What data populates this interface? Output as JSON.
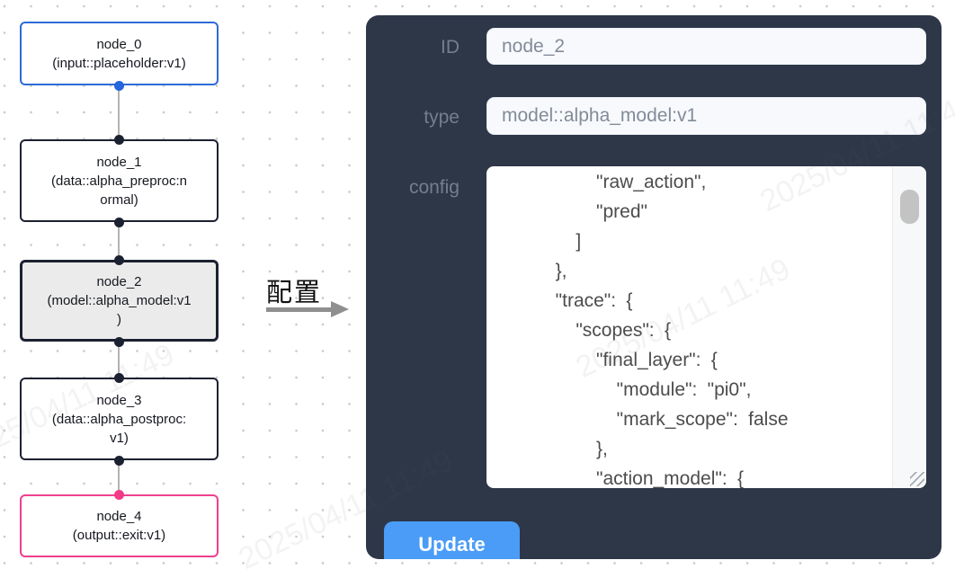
{
  "canvas": {
    "nodes": [
      {
        "id": "node_0",
        "lines": [
          "node_0",
          "(input::placeholder:v1)"
        ],
        "border": "#2e6bd6",
        "bg": "#ffffff",
        "selected": false,
        "ports": {
          "bottom": "#2565dd"
        }
      },
      {
        "id": "node_1",
        "lines": [
          "node_1",
          "(data::alpha_preproc:n",
          "ormal)"
        ],
        "border": "#1b2130",
        "bg": "#ffffff",
        "selected": false,
        "ports": {
          "top": "#1b2130",
          "bottom": "#1b2130"
        }
      },
      {
        "id": "node_2",
        "lines": [
          "node_2",
          "(model::alpha_model:v1",
          ")"
        ],
        "border": "#1b2130",
        "bg": "#ebebeb",
        "selected": true,
        "ports": {
          "top": "#1b2130",
          "bottom": "#1b2130"
        }
      },
      {
        "id": "node_3",
        "lines": [
          "node_3",
          "(data::alpha_postproc:",
          "v1)"
        ],
        "border": "#1b2130",
        "bg": "#ffffff",
        "selected": false,
        "ports": {
          "top": "#1b2130",
          "bottom": "#1b2130"
        }
      },
      {
        "id": "node_4",
        "lines": [
          "node_4",
          "(output::exit:v1)"
        ],
        "border": "#ef3f8d",
        "bg": "#ffffff",
        "selected": false,
        "ports": {
          "top": "#f23a88"
        }
      }
    ]
  },
  "transfer": {
    "label": "配置"
  },
  "panel": {
    "fields": [
      {
        "label": "ID",
        "value": "node_2"
      },
      {
        "label": "type",
        "value": "model::alpha_model:v1"
      }
    ],
    "config": {
      "label": "config",
      "lines": [
        "      \"raw_action\",",
        "      \"pred\"",
        "    ]",
        "  },",
        "  \"trace\": {",
        "    \"scopes\": {",
        "      \"final_layer\": {",
        "        \"module\": \"pi0\",",
        "        \"mark_scope\": false",
        "      },",
        "      \"action_model\": {"
      ]
    },
    "update_label": "Update"
  },
  "watermark": {
    "text": "2025/04/11 11:49"
  },
  "colors": {
    "panel_bg": "#2d3748",
    "accent": "#4a9cf6",
    "connector": "#b3b3b3",
    "selected_node_bg": "#ebebeb",
    "input_node_border": "#2e6bd6",
    "output_node_border": "#ef3f8d",
    "default_node_border": "#1b2130"
  }
}
